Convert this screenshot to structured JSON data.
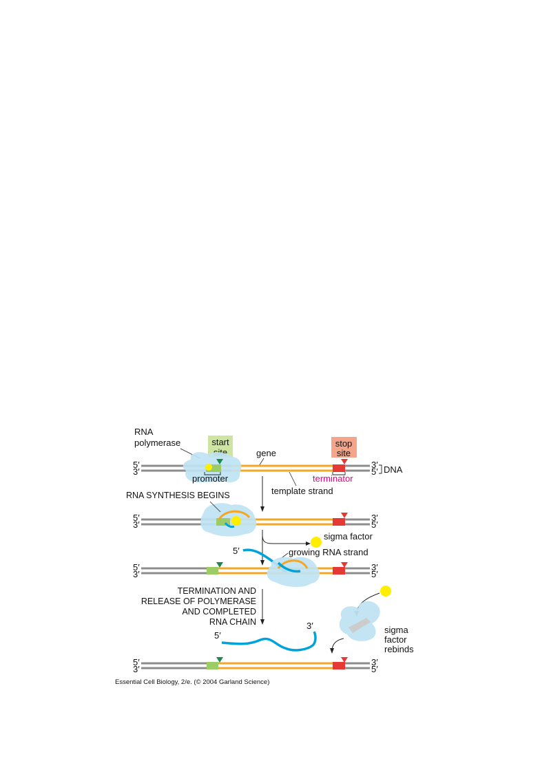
{
  "labels": {
    "rna_polymerase_line1": "RNA",
    "rna_polymerase_line2": "polymerase",
    "start_site_line1": "start",
    "start_site_line2": "site",
    "gene": "gene",
    "stop_site_line1": "stop",
    "stop_site_line2": "site",
    "dna": "DNA",
    "promoter": "promoter",
    "terminator": "terminator",
    "template_strand": "template strand",
    "rna_synthesis_begins": "RNA SYNTHESIS BEGINS",
    "sigma_factor": "sigma factor",
    "growing_rna_strand": "growing RNA strand",
    "termination_line1": "TERMINATION AND",
    "termination_line2": "RELEASE OF POLYMERASE",
    "termination_line3": "AND COMPLETED",
    "termination_line4": "RNA CHAIN",
    "sigma_rebinds_line1": "sigma",
    "sigma_rebinds_line2": "factor",
    "sigma_rebinds_line3": "rebinds",
    "five_prime": "5′",
    "three_prime": "3′",
    "caption": "Essential Cell Biology, 2/e. (© 2004 Garland Science)"
  },
  "colors": {
    "dna_grey": "#8c8c8c",
    "gene_orange": "#f5a623",
    "promoter_green": "#9ccc65",
    "terminator_red": "#e53935",
    "polymerase_blue": "#bfe3f2",
    "rna_blue": "#00a3d9",
    "sigma_yellow": "#ffee00",
    "start_box": "#cde5a0",
    "stop_box": "#f4a58a",
    "terminator_text": "#e6007e",
    "start_marker": "#1b8a4a"
  }
}
